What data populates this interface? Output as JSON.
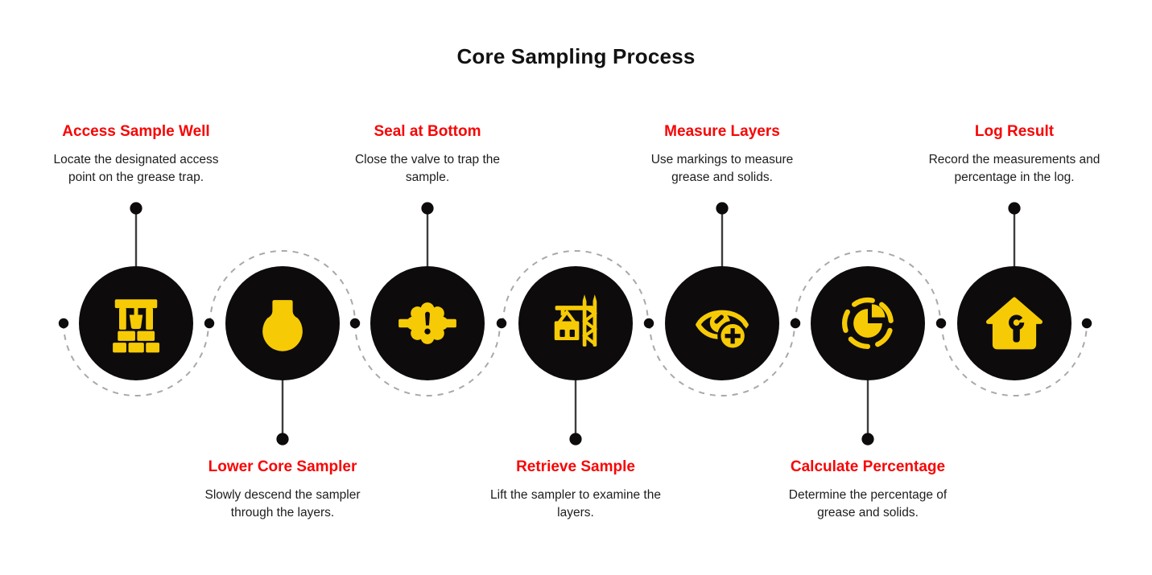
{
  "title": "Core Sampling Process",
  "colors": {
    "background": "#FFFFFF",
    "title_text": "#121212",
    "step_title_red": "#F70505",
    "description_text": "#1D1D1D",
    "node_black": "#0D0B0C",
    "icon_yellow": "#F6CB05",
    "dash_gray": "#A9A9A9",
    "stem_gray": "#3D3D3D"
  },
  "steps": [
    {
      "title": "Access Sample Well",
      "description": "Locate the designated access point on the grease trap.",
      "icon": "water-well-icon",
      "text_position": "top"
    },
    {
      "title": "Lower Core Sampler",
      "description": "Slowly descend the sampler through the layers.",
      "icon": "plumb-bob-icon",
      "text_position": "bottom"
    },
    {
      "title": "Seal at Bottom",
      "description": "Close the valve to trap the sample.",
      "icon": "valve-alert-icon",
      "text_position": "top"
    },
    {
      "title": "Retrieve Sample",
      "description": "Lift the sampler to examine the layers.",
      "icon": "crane-icon",
      "text_position": "bottom"
    },
    {
      "title": "Measure Layers",
      "description": "Use markings to measure grease and solids.",
      "icon": "eye-plus-icon",
      "text_position": "top"
    },
    {
      "title": "Calculate Percentage",
      "description": "Determine the percentage of grease and solids.",
      "icon": "pie-chart-icon",
      "text_position": "bottom"
    },
    {
      "title": "Log Result",
      "description": "Record the measurements and percentage in the log.",
      "icon": "house-wrench-icon",
      "text_position": "top"
    }
  ]
}
